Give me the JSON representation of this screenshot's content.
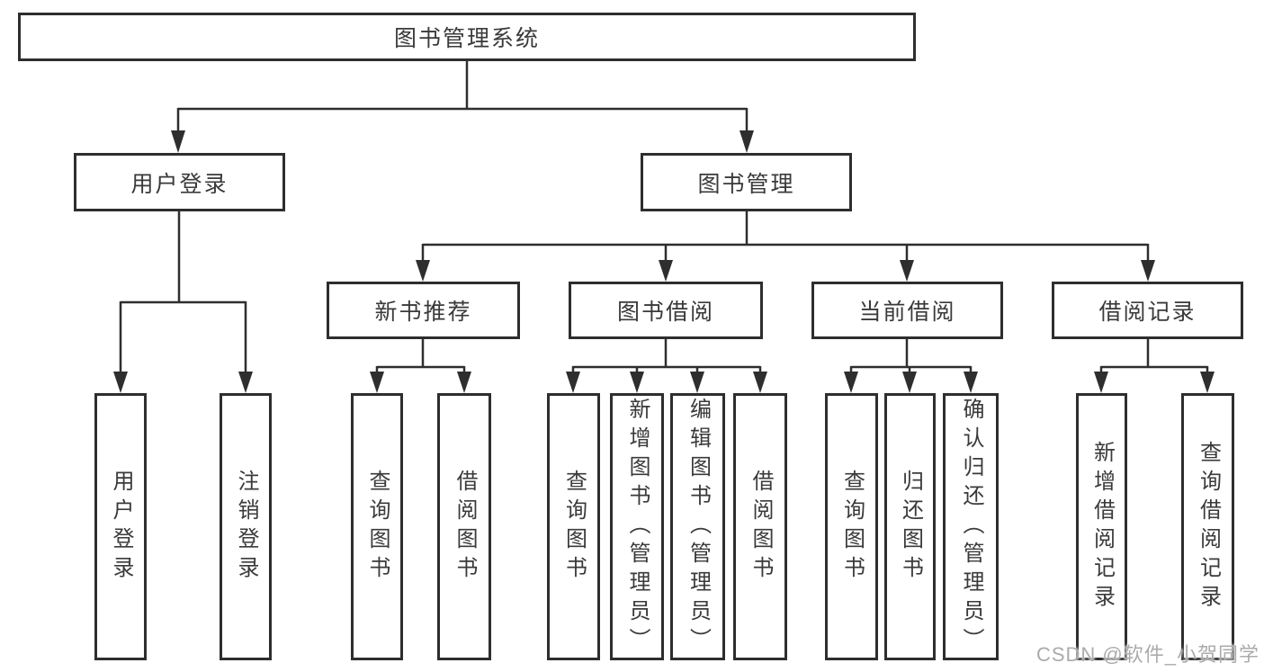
{
  "diagram": {
    "root": {
      "label": "图书管理系统",
      "children": [
        {
          "label": "用户登录",
          "children": [
            {
              "label": "用户登录"
            },
            {
              "label": "注销登录"
            }
          ]
        },
        {
          "label": "图书管理",
          "children": [
            {
              "label": "新书推荐",
              "children": [
                {
                  "label": "查询图书"
                },
                {
                  "label": "借阅图书"
                }
              ]
            },
            {
              "label": "图书借阅",
              "children": [
                {
                  "label": "查询图书"
                },
                {
                  "label": "新增图书（管理员）"
                },
                {
                  "label": "编辑图书（管理员）"
                },
                {
                  "label": "借阅图书"
                }
              ]
            },
            {
              "label": "当前借阅",
              "children": [
                {
                  "label": "查询图书"
                },
                {
                  "label": "归还图书"
                },
                {
                  "label": "确认归还（管理员）"
                }
              ]
            },
            {
              "label": "借阅记录",
              "children": [
                {
                  "label": "新增借阅记录"
                },
                {
                  "label": "查询借阅记录"
                }
              ]
            }
          ]
        }
      ]
    },
    "line_color": "#2e2e2e"
  },
  "watermark": "CSDN @软件_小贺同学"
}
